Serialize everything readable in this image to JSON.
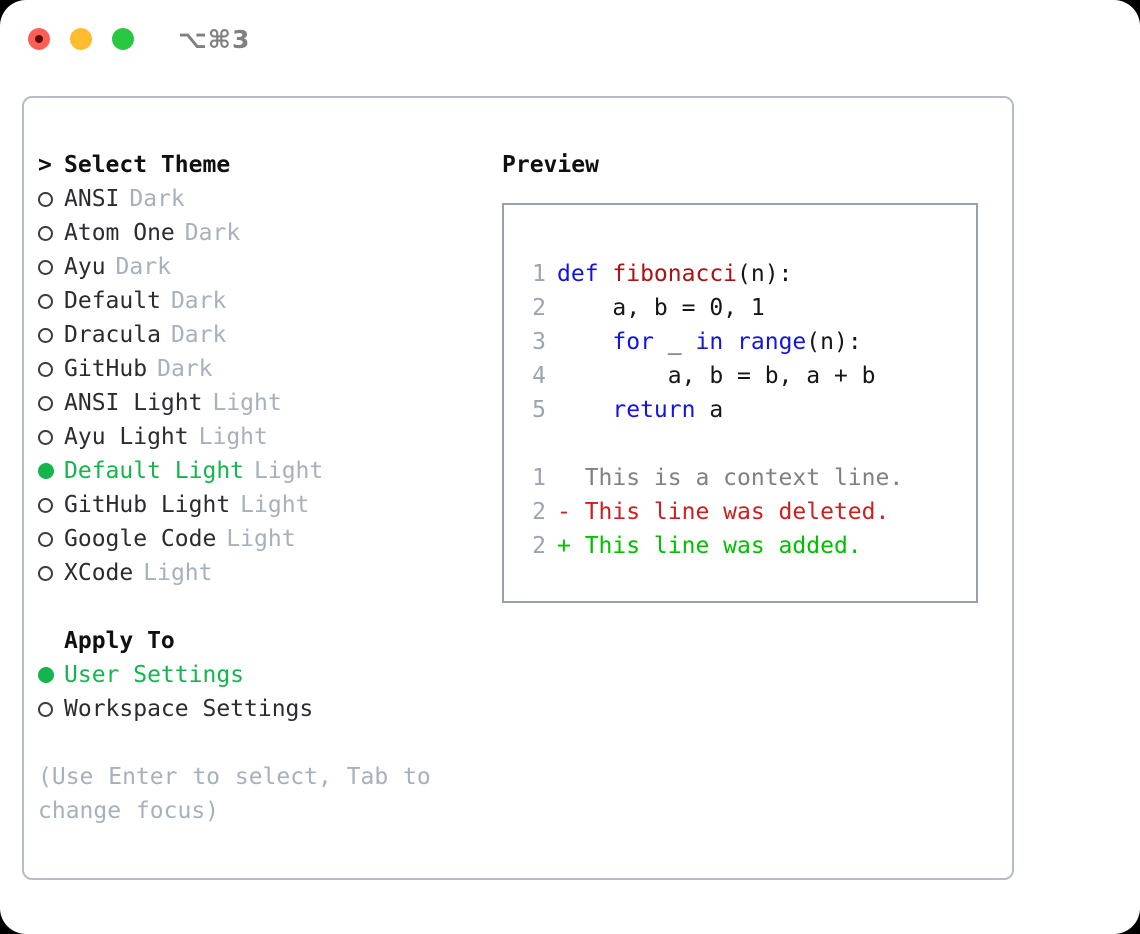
{
  "window": {
    "shortcut": "⌥⌘3",
    "lights": [
      "close-red",
      "minimize-yellow",
      "maximize-green"
    ]
  },
  "theme_panel": {
    "heading": "Select Theme",
    "caret": ">",
    "items": [
      {
        "label": "ANSI",
        "tag": "Dark",
        "selected": false
      },
      {
        "label": "Atom One",
        "tag": "Dark",
        "selected": false
      },
      {
        "label": "Ayu",
        "tag": "Dark",
        "selected": false
      },
      {
        "label": "Default",
        "tag": "Dark",
        "selected": false
      },
      {
        "label": "Dracula",
        "tag": "Dark",
        "selected": false
      },
      {
        "label": "GitHub",
        "tag": "Dark",
        "selected": false
      },
      {
        "label": "ANSI Light",
        "tag": "Light",
        "selected": false
      },
      {
        "label": "Ayu Light",
        "tag": "Light",
        "selected": false
      },
      {
        "label": "Default Light",
        "tag": "Light",
        "selected": true
      },
      {
        "label": "GitHub Light",
        "tag": "Light",
        "selected": false
      },
      {
        "label": "Google Code",
        "tag": "Light",
        "selected": false
      },
      {
        "label": "XCode",
        "tag": "Light",
        "selected": false
      }
    ]
  },
  "apply_to": {
    "heading": "Apply To",
    "options": [
      {
        "label": "User Settings",
        "selected": true
      },
      {
        "label": "Workspace Settings",
        "selected": false
      }
    ]
  },
  "hint": "(Use Enter to select, Tab to change focus)",
  "preview": {
    "title": "Preview",
    "code_lines": [
      {
        "no": "1",
        "tokens": [
          {
            "t": "def ",
            "c": "kw"
          },
          {
            "t": "fibonacci",
            "c": "fn"
          },
          {
            "t": "(n):",
            "c": "plain"
          }
        ]
      },
      {
        "no": "2",
        "tokens": [
          {
            "t": "    a, b = 0, 1",
            "c": "plain"
          }
        ]
      },
      {
        "no": "3",
        "tokens": [
          {
            "t": "    ",
            "c": "plain"
          },
          {
            "t": "for",
            "c": "kw"
          },
          {
            "t": " _ ",
            "c": "plain"
          },
          {
            "t": "in",
            "c": "kw"
          },
          {
            "t": " ",
            "c": "plain"
          },
          {
            "t": "range",
            "c": "kw"
          },
          {
            "t": "(n):",
            "c": "plain"
          }
        ]
      },
      {
        "no": "4",
        "tokens": [
          {
            "t": "        a, b = b, a + b",
            "c": "plain"
          }
        ]
      },
      {
        "no": "5",
        "tokens": [
          {
            "t": "    ",
            "c": "plain"
          },
          {
            "t": "return",
            "c": "kw"
          },
          {
            "t": " a",
            "c": "plain"
          }
        ]
      }
    ],
    "diff_lines": [
      {
        "no": "1",
        "tokens": [
          {
            "t": "  This is a context line.",
            "c": "ctx"
          }
        ]
      },
      {
        "no": "2",
        "tokens": [
          {
            "t": "- This line was deleted.",
            "c": "del"
          }
        ]
      },
      {
        "no": "2",
        "tokens": [
          {
            "t": "+ This line was added.",
            "c": "add"
          }
        ]
      }
    ]
  },
  "colors": {
    "accent_green": "#15b44c",
    "keyword_blue": "#1414e0",
    "function_red": "#a81414",
    "diff_deleted": "#cc1f1f",
    "diff_added": "#00c000",
    "muted_gray": "#a7b0bd",
    "border": "#b6bcc6",
    "light_red": "#ff5f57",
    "light_yellow": "#febc2e",
    "light_green": "#28c840"
  }
}
